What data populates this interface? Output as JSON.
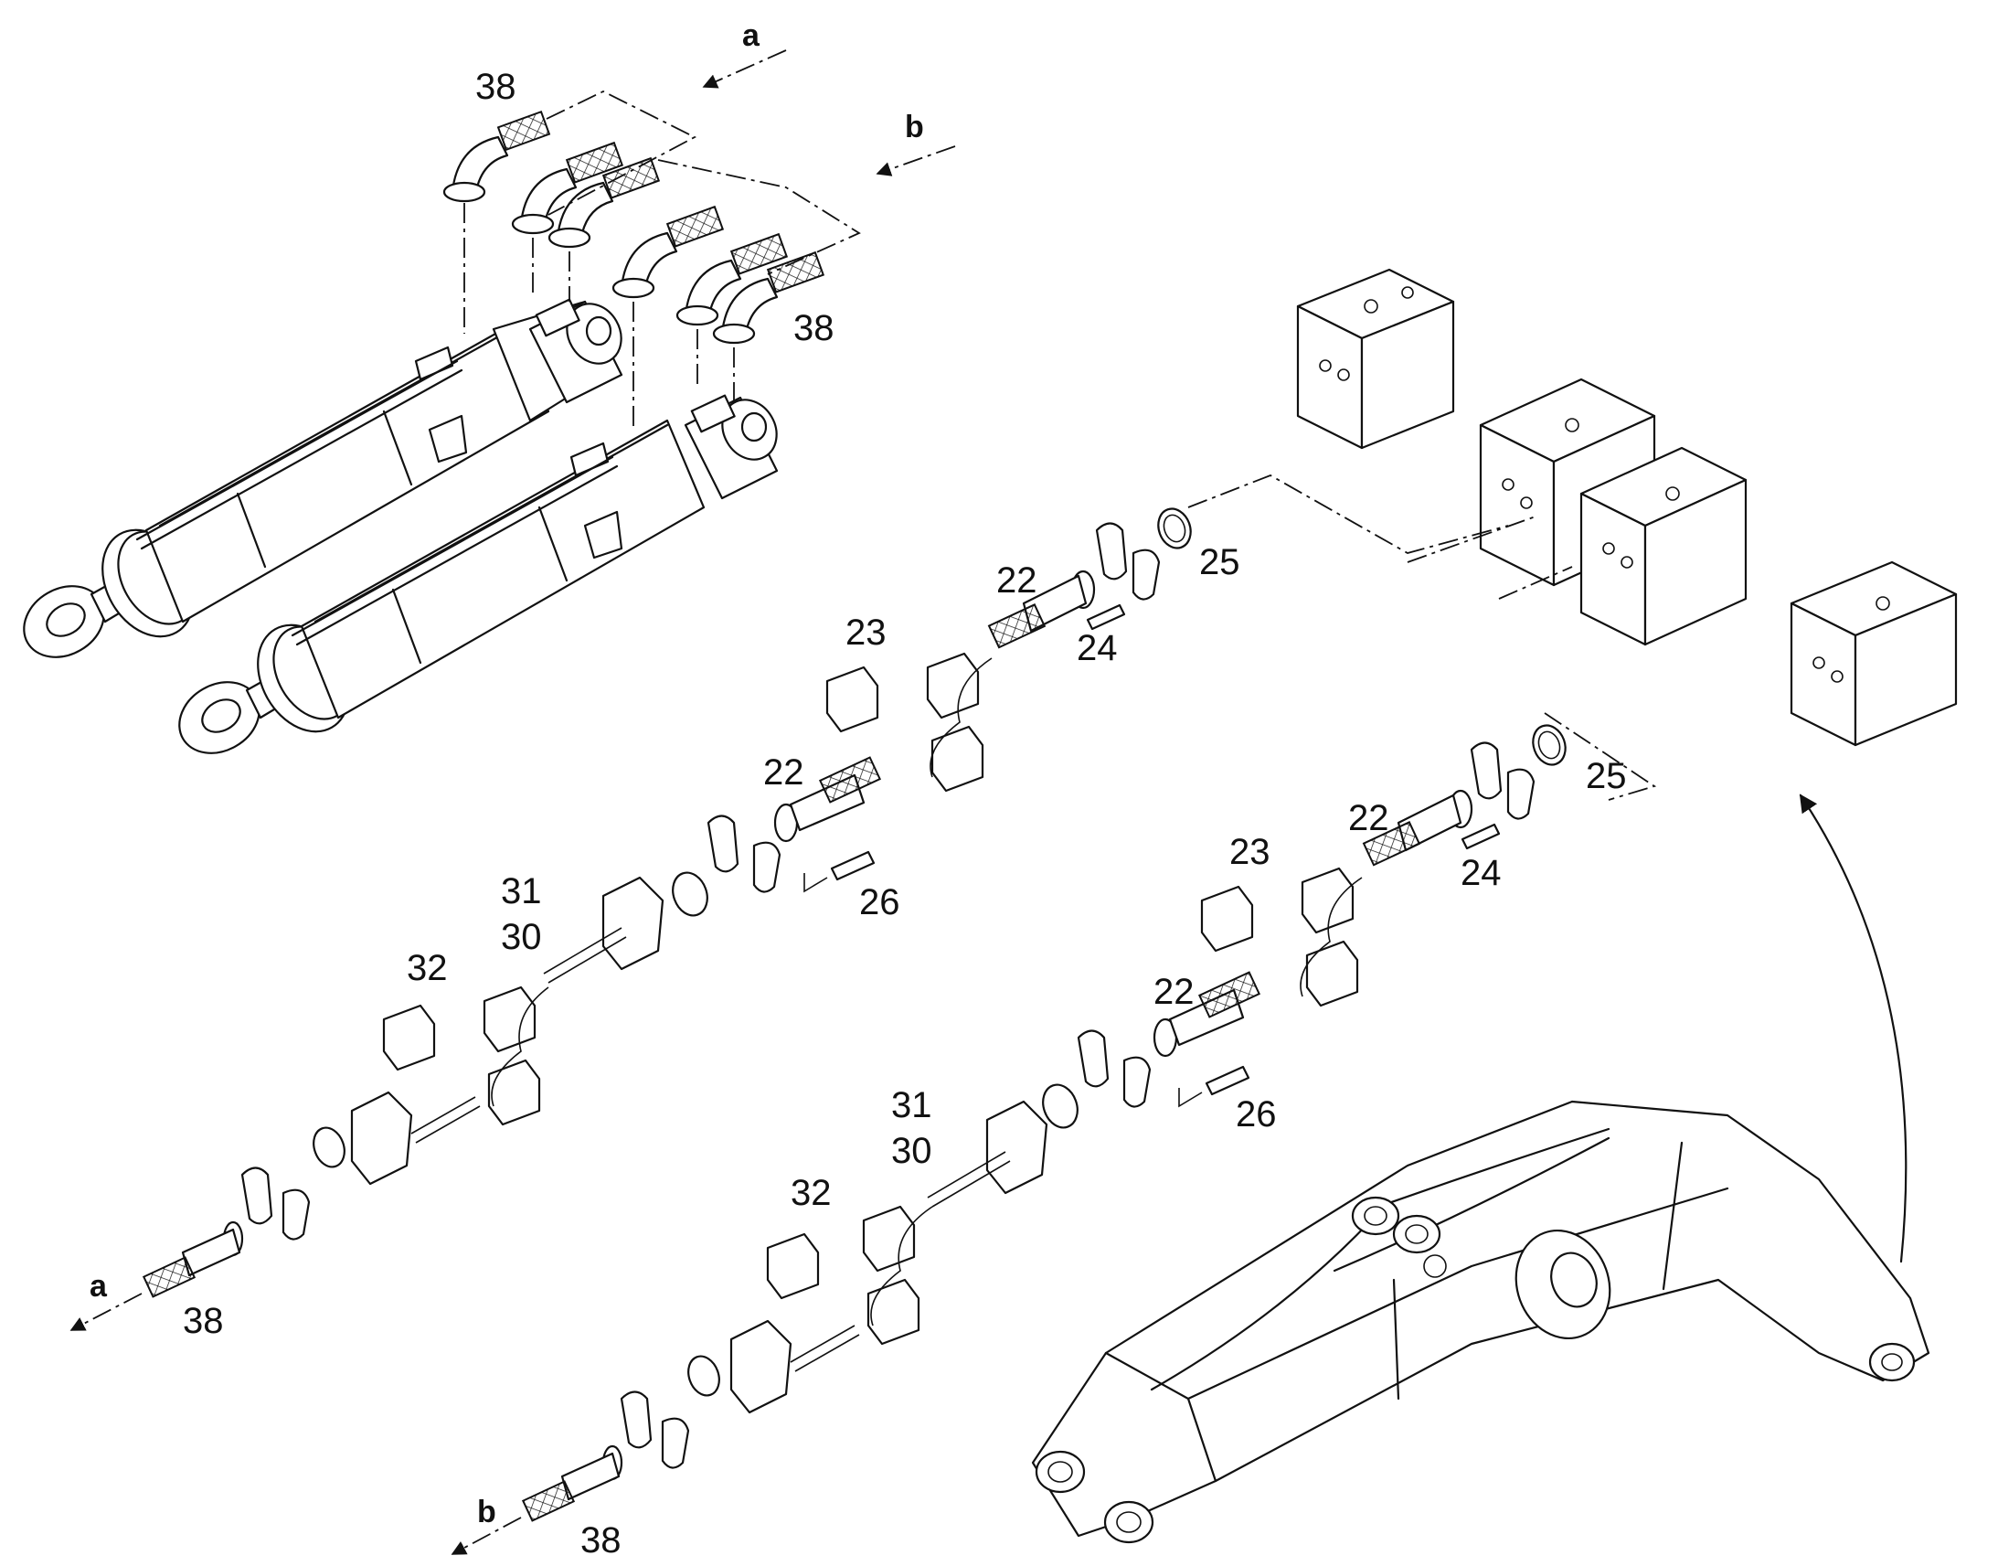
{
  "callouts": {
    "c38_top": "38",
    "c38_right": "38",
    "c38_a": "38",
    "c38_b": "38",
    "c22_a": "22",
    "c22_b": "22",
    "c22_c": "22",
    "c22_d": "22",
    "c23_a": "23",
    "c23_b": "23",
    "c24_a": "24",
    "c24_b": "24",
    "c25_a": "25",
    "c25_b": "25",
    "c26_a": "26",
    "c26_b": "26",
    "c31_a": "31",
    "c30_a": "30",
    "c31_b": "31",
    "c30_b": "30",
    "c32_a": "32",
    "c32_b": "32"
  },
  "arrow_letters": {
    "a_top": "a",
    "b_top": "b",
    "a_bottom": "a",
    "b_bottom": "b"
  }
}
